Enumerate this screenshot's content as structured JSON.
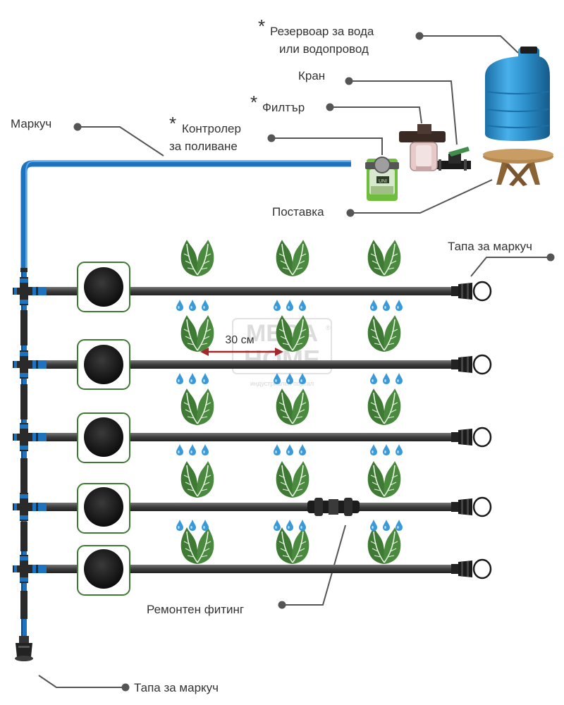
{
  "labels": {
    "reservoir_line1": "Резервоар за вода",
    "reservoir_line2": "или водопровод",
    "tap": "Кран",
    "filter": "Филтър",
    "controller_line1": "Контролер",
    "controller_line2": "за поливане",
    "hose": "Маркуч",
    "stand": "Поставка",
    "end_cap_right": "Тапа за маркуч",
    "spacing": "30 см",
    "repair_fitting": "Ремонтен фитинг",
    "end_cap_bottom": "Тапа за маркуч",
    "asterisk": "*"
  },
  "watermark": {
    "line1": "MEGA",
    "line2": "HOME",
    "sub": "индустриален портал",
    "reg": "®"
  },
  "controller_screen": "UNI",
  "colors": {
    "tank": "#2f93cf",
    "main_hose": "#1e73be",
    "drip_line": "#4a4a4a",
    "leaf": "#3f7a35",
    "drop": "#3a9ad9",
    "arrow": "#a3282a",
    "leader": "#555555"
  }
}
